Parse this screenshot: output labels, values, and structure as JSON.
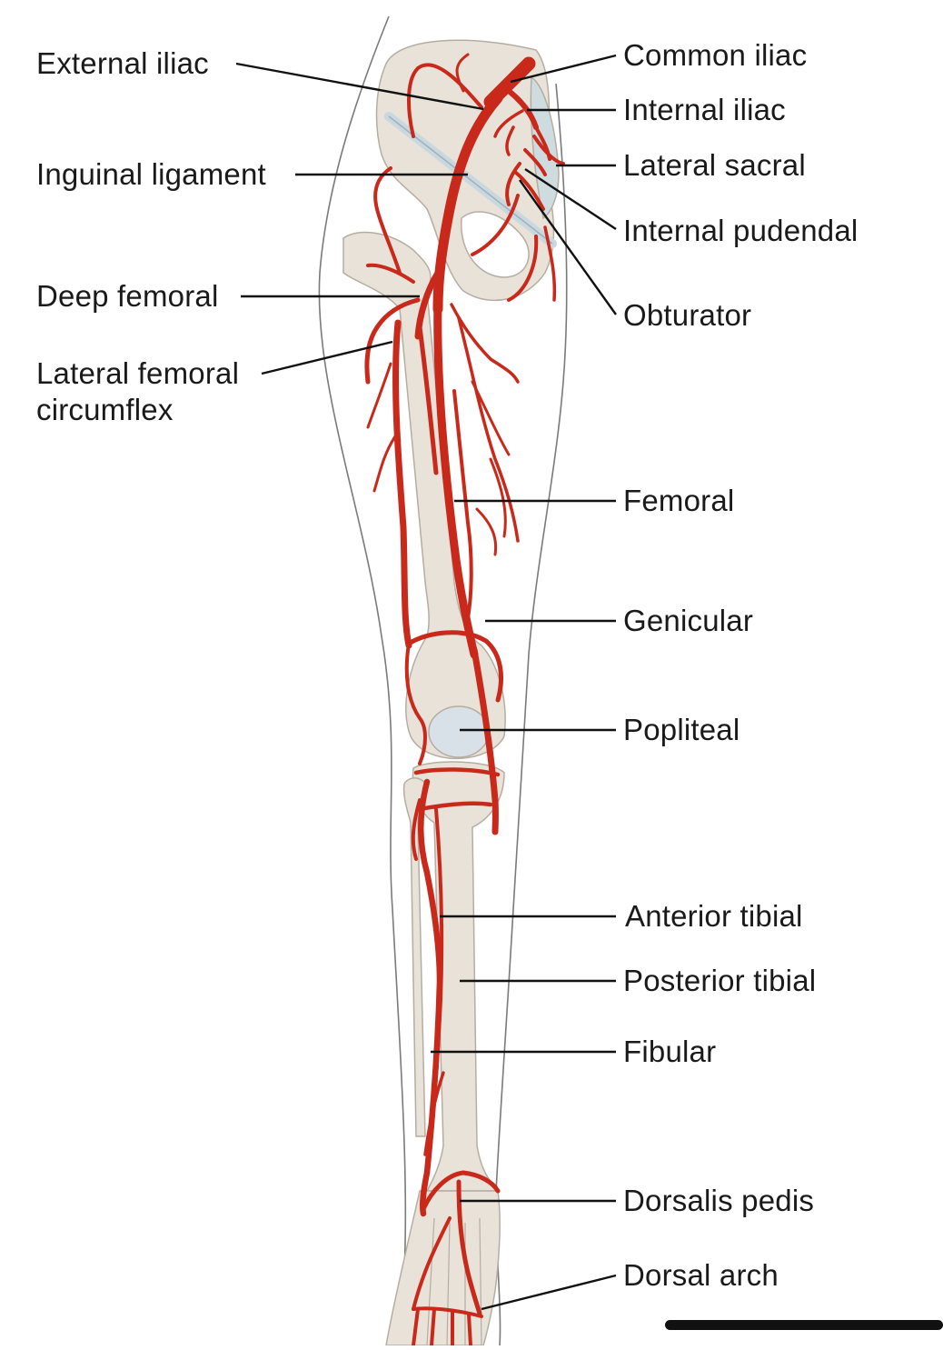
{
  "colors": {
    "artery": "#c8291b",
    "bone": "#e8e2d8",
    "bone_outline": "#b5ada2",
    "skin_outline": "#7a7a7a",
    "ligament": "#c9d7df",
    "leader": "#111111",
    "text": "#1a1a1a"
  },
  "labels": {
    "external_iliac": "External iliac",
    "inguinal_ligament": "Inguinal ligament",
    "deep_femoral": "Deep femoral",
    "lateral_femoral_circumflex": [
      "Lateral femoral",
      "circumflex"
    ],
    "common_iliac": "Common iliac",
    "internal_iliac": "Internal iliac",
    "lateral_sacral": "Lateral sacral",
    "internal_pudendal": "Internal pudendal",
    "obturator": "Obturator",
    "femoral": "Femoral",
    "genicular": "Genicular",
    "popliteal": "Popliteal",
    "anterior_tibial": "Anterior tibial",
    "posterior_tibial": "Posterior tibial",
    "fibular": "Fibular",
    "dorsalis_pedis": "Dorsalis pedis",
    "dorsal_arch": "Dorsal arch"
  }
}
